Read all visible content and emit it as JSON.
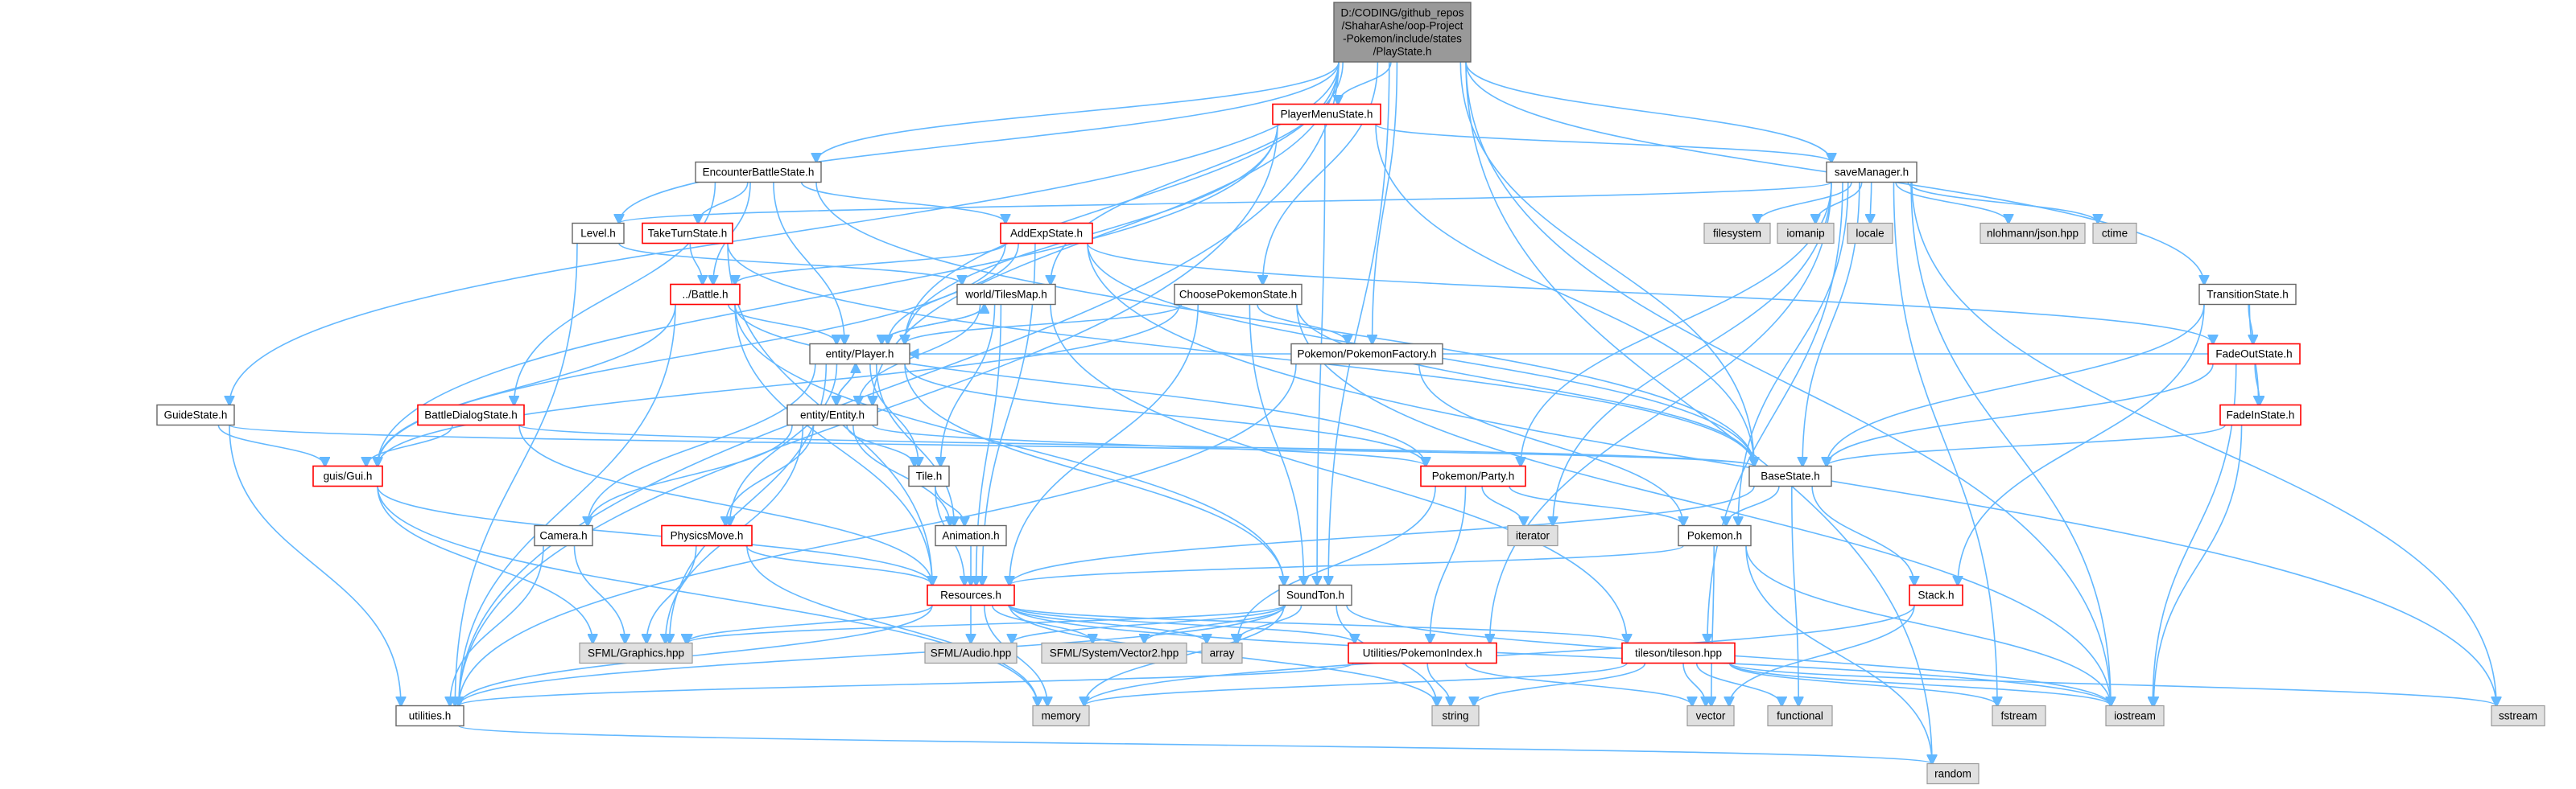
{
  "diagram": {
    "root": {
      "id": "root",
      "lines": [
        "D:/CODING/github_repos",
        "/ShaharAshe/oop-Project",
        "-Pokemon/include/states",
        "/PlayState.h"
      ]
    },
    "nodes": [
      {
        "id": "PlayerMenuState",
        "label": "PlayerMenuState.h",
        "style": "red"
      },
      {
        "id": "EncounterBattleState",
        "label": "EncounterBattleState.h",
        "style": "normal"
      },
      {
        "id": "saveManager",
        "label": "saveManager.h",
        "style": "normal"
      },
      {
        "id": "TakeTurnState",
        "label": "TakeTurnState.h",
        "style": "red"
      },
      {
        "id": "AddExpState",
        "label": "AddExpState.h",
        "style": "red"
      },
      {
        "id": "Level",
        "label": "Level.h",
        "style": "normal"
      },
      {
        "id": "filesystem",
        "label": "filesystem",
        "style": "grey"
      },
      {
        "id": "iomanip",
        "label": "iomanip",
        "style": "grey"
      },
      {
        "id": "locale",
        "label": "locale",
        "style": "grey"
      },
      {
        "id": "json",
        "label": "nlohmann/json.hpp",
        "style": "grey"
      },
      {
        "id": "ctime",
        "label": "ctime",
        "style": "grey"
      },
      {
        "id": "Battle",
        "label": "../Battle.h",
        "style": "red"
      },
      {
        "id": "TilesMap",
        "label": "world/TilesMap.h",
        "style": "normal"
      },
      {
        "id": "ChoosePokemonState",
        "label": "ChoosePokemonState.h",
        "style": "normal"
      },
      {
        "id": "TransitionState",
        "label": "TransitionState.h",
        "style": "normal"
      },
      {
        "id": "FadeOutState",
        "label": "FadeOutState.h",
        "style": "red"
      },
      {
        "id": "Player",
        "label": "entity/Player.h",
        "style": "normal"
      },
      {
        "id": "PokemonFactory",
        "label": "Pokemon/PokemonFactory.h",
        "style": "normal"
      },
      {
        "id": "FadeInState",
        "label": "FadeInState.h",
        "style": "red"
      },
      {
        "id": "GuideState",
        "label": "GuideState.h",
        "style": "normal"
      },
      {
        "id": "BattleDialogState",
        "label": "BattleDialogState.h",
        "style": "red"
      },
      {
        "id": "Entity",
        "label": "entity/Entity.h",
        "style": "normal"
      },
      {
        "id": "Gui",
        "label": "guis/Gui.h",
        "style": "red"
      },
      {
        "id": "Party",
        "label": "Pokemon/Party.h",
        "style": "red"
      },
      {
        "id": "BaseState",
        "label": "BaseState.h",
        "style": "normal"
      },
      {
        "id": "Tile",
        "label": "Tile.h",
        "style": "normal"
      },
      {
        "id": "iterator",
        "label": "iterator",
        "style": "grey"
      },
      {
        "id": "Camera",
        "label": "Camera.h",
        "style": "normal"
      },
      {
        "id": "PhysicsMove",
        "label": "PhysicsMove.h",
        "style": "red"
      },
      {
        "id": "Animation",
        "label": "Animation.h",
        "style": "normal"
      },
      {
        "id": "Pokemon",
        "label": "Pokemon.h",
        "style": "normal"
      },
      {
        "id": "Resources",
        "label": "Resources.h",
        "style": "red"
      },
      {
        "id": "SoundTon",
        "label": "SoundTon.h",
        "style": "normal"
      },
      {
        "id": "Stack",
        "label": "Stack.h",
        "style": "red"
      },
      {
        "id": "SFMLGraphics",
        "label": "SFML/Graphics.hpp",
        "style": "grey"
      },
      {
        "id": "SFMLAudio",
        "label": "SFML/Audio.hpp",
        "style": "grey"
      },
      {
        "id": "SFMLVector2",
        "label": "SFML/System/Vector2.hpp",
        "style": "grey"
      },
      {
        "id": "array",
        "label": "array",
        "style": "grey"
      },
      {
        "id": "PokemonIndex",
        "label": "Utilities/PokemonIndex.h",
        "style": "red"
      },
      {
        "id": "tileson",
        "label": "tileson/tileson.hpp",
        "style": "red"
      },
      {
        "id": "utilities",
        "label": "utilities.h",
        "style": "normal"
      },
      {
        "id": "memory",
        "label": "memory",
        "style": "grey"
      },
      {
        "id": "string",
        "label": "string",
        "style": "grey"
      },
      {
        "id": "vector",
        "label": "vector",
        "style": "grey"
      },
      {
        "id": "functional",
        "label": "functional",
        "style": "grey"
      },
      {
        "id": "fstream",
        "label": "fstream",
        "style": "grey"
      },
      {
        "id": "iostream",
        "label": "iostream",
        "style": "grey"
      },
      {
        "id": "sstream",
        "label": "sstream",
        "style": "grey"
      },
      {
        "id": "random",
        "label": "random",
        "style": "grey"
      }
    ],
    "edges": [
      [
        "root",
        "PlayerMenuState"
      ],
      [
        "root",
        "EncounterBattleState"
      ],
      [
        "root",
        "saveManager"
      ],
      [
        "root",
        "Level"
      ],
      [
        "root",
        "ChoosePokemonState"
      ],
      [
        "root",
        "TransitionState"
      ],
      [
        "root",
        "GuideState"
      ],
      [
        "root",
        "Player"
      ],
      [
        "root",
        "TilesMap"
      ],
      [
        "root",
        "Entity"
      ],
      [
        "root",
        "PokemonFactory"
      ],
      [
        "root",
        "BaseState"
      ],
      [
        "root",
        "SoundTon"
      ],
      [
        "root",
        "utilities"
      ],
      [
        "root",
        "iostream"
      ],
      [
        "root",
        "random"
      ],
      [
        "PlayerMenuState",
        "saveManager"
      ],
      [
        "PlayerMenuState",
        "Gui"
      ],
      [
        "PlayerMenuState",
        "Player"
      ],
      [
        "PlayerMenuState",
        "BaseState"
      ],
      [
        "PlayerMenuState",
        "SoundTon"
      ],
      [
        "PlayerMenuState",
        "utilities"
      ],
      [
        "EncounterBattleState",
        "TakeTurnState"
      ],
      [
        "EncounterBattleState",
        "AddExpState"
      ],
      [
        "EncounterBattleState",
        "BattleDialogState"
      ],
      [
        "EncounterBattleState",
        "Player"
      ],
      [
        "EncounterBattleState",
        "BaseState"
      ],
      [
        "EncounterBattleState",
        "Battle"
      ],
      [
        "saveManager",
        "Level"
      ],
      [
        "saveManager",
        "filesystem"
      ],
      [
        "saveManager",
        "iomanip"
      ],
      [
        "saveManager",
        "locale"
      ],
      [
        "saveManager",
        "json"
      ],
      [
        "saveManager",
        "ctime"
      ],
      [
        "saveManager",
        "Party"
      ],
      [
        "saveManager",
        "BaseState"
      ],
      [
        "saveManager",
        "iterator"
      ],
      [
        "saveManager",
        "PokemonIndex"
      ],
      [
        "saveManager",
        "tileson"
      ],
      [
        "saveManager",
        "fstream"
      ],
      [
        "saveManager",
        "iostream"
      ],
      [
        "saveManager",
        "sstream"
      ],
      [
        "saveManager",
        "Pokemon"
      ],
      [
        "TakeTurnState",
        "Battle"
      ],
      [
        "TakeTurnState",
        "Resources"
      ],
      [
        "TakeTurnState",
        "BaseState"
      ],
      [
        "AddExpState",
        "Battle"
      ],
      [
        "AddExpState",
        "Resources"
      ],
      [
        "AddExpState",
        "BaseState"
      ],
      [
        "AddExpState",
        "Gui"
      ],
      [
        "AddExpState",
        "FadeOutState"
      ],
      [
        "AddExpState",
        "sstream"
      ],
      [
        "AddExpState",
        "Player"
      ],
      [
        "Level",
        "TilesMap"
      ],
      [
        "Level",
        "utilities"
      ],
      [
        "Battle",
        "Player"
      ],
      [
        "Battle",
        "Party"
      ],
      [
        "Battle",
        "Resources"
      ],
      [
        "Battle",
        "Gui"
      ],
      [
        "Battle",
        "SoundTon"
      ],
      [
        "Battle",
        "utilities"
      ],
      [
        "TilesMap",
        "Player"
      ],
      [
        "TilesMap",
        "Tile"
      ],
      [
        "TilesMap",
        "Resources"
      ],
      [
        "TilesMap",
        "tileson"
      ],
      [
        "TilesMap",
        "Entity"
      ],
      [
        "ChoosePokemonState",
        "Player"
      ],
      [
        "ChoosePokemonState",
        "PokemonFactory"
      ],
      [
        "ChoosePokemonState",
        "BaseState"
      ],
      [
        "ChoosePokemonState",
        "Resources"
      ],
      [
        "ChoosePokemonState",
        "SoundTon"
      ],
      [
        "ChoosePokemonState",
        "Gui"
      ],
      [
        "ChoosePokemonState",
        "iostream"
      ],
      [
        "TransitionState",
        "FadeOutState"
      ],
      [
        "TransitionState",
        "FadeInState"
      ],
      [
        "TransitionState",
        "BaseState"
      ],
      [
        "TransitionState",
        "Stack"
      ],
      [
        "FadeOutState",
        "FadeInState"
      ],
      [
        "FadeOutState",
        "BaseState"
      ],
      [
        "FadeOutState",
        "iostream"
      ],
      [
        "FadeOutState",
        "Player"
      ],
      [
        "FadeInState",
        "BaseState"
      ],
      [
        "FadeInState",
        "iostream"
      ],
      [
        "Player",
        "Entity"
      ],
      [
        "Player",
        "Party"
      ],
      [
        "Player",
        "Camera"
      ],
      [
        "Player",
        "PhysicsMove"
      ],
      [
        "Player",
        "Animation"
      ],
      [
        "Player",
        "TilesMap"
      ],
      [
        "Player",
        "SFMLGraphics"
      ],
      [
        "Player",
        "SoundTon"
      ],
      [
        "Player",
        "Tile"
      ],
      [
        "PokemonFactory",
        "Pokemon"
      ],
      [
        "PokemonFactory",
        "utilities"
      ],
      [
        "GuideState",
        "Gui"
      ],
      [
        "GuideState",
        "BaseState"
      ],
      [
        "GuideState",
        "utilities"
      ],
      [
        "BattleDialogState",
        "Gui"
      ],
      [
        "BattleDialogState",
        "BaseState"
      ],
      [
        "BattleDialogState",
        "Resources"
      ],
      [
        "Entity",
        "Tile"
      ],
      [
        "Entity",
        "Animation"
      ],
      [
        "Entity",
        "Player"
      ],
      [
        "Entity",
        "SFMLGraphics"
      ],
      [
        "Entity",
        "Party"
      ],
      [
        "Entity",
        "Camera"
      ],
      [
        "Entity",
        "PhysicsMove"
      ],
      [
        "Gui",
        "Resources"
      ],
      [
        "Gui",
        "SFMLGraphics"
      ],
      [
        "Gui",
        "memory"
      ],
      [
        "Party",
        "Pokemon"
      ],
      [
        "Party",
        "iterator"
      ],
      [
        "Party",
        "PokemonIndex"
      ],
      [
        "Party",
        "array"
      ],
      [
        "BaseState",
        "Stack"
      ],
      [
        "BaseState",
        "Pokemon"
      ],
      [
        "BaseState",
        "Resources"
      ],
      [
        "BaseState",
        "functional"
      ],
      [
        "Tile",
        "Animation"
      ],
      [
        "Tile",
        "Resources"
      ],
      [
        "Camera",
        "SFMLGraphics"
      ],
      [
        "Camera",
        "utilities"
      ],
      [
        "PhysicsMove",
        "SFMLGraphics"
      ],
      [
        "PhysicsMove",
        "memory"
      ],
      [
        "PhysicsMove",
        "Resources"
      ],
      [
        "Animation",
        "Resources"
      ],
      [
        "Pokemon",
        "Resources"
      ],
      [
        "Pokemon",
        "vector"
      ],
      [
        "Pokemon",
        "iostream"
      ],
      [
        "Pokemon",
        "random"
      ],
      [
        "Resources",
        "SFMLGraphics"
      ],
      [
        "Resources",
        "SFMLAudio"
      ],
      [
        "Resources",
        "SFMLVector2"
      ],
      [
        "Resources",
        "array"
      ],
      [
        "Resources",
        "PokemonIndex"
      ],
      [
        "Resources",
        "tileson"
      ],
      [
        "Resources",
        "utilities"
      ],
      [
        "Resources",
        "memory"
      ],
      [
        "Resources",
        "string"
      ],
      [
        "Resources",
        "iostream"
      ],
      [
        "SoundTon",
        "SFMLAudio"
      ],
      [
        "SoundTon",
        "SFMLGraphics"
      ],
      [
        "SoundTon",
        "array"
      ],
      [
        "SoundTon",
        "utilities"
      ],
      [
        "SoundTon",
        "memory"
      ],
      [
        "SoundTon",
        "string"
      ],
      [
        "SoundTon",
        "iostream"
      ],
      [
        "SoundTon",
        "SFMLVector2"
      ],
      [
        "Stack",
        "vector"
      ],
      [
        "Stack",
        "memory"
      ],
      [
        "PokemonIndex",
        "utilities"
      ],
      [
        "PokemonIndex",
        "string"
      ],
      [
        "PokemonIndex",
        "vector"
      ],
      [
        "tileson",
        "memory"
      ],
      [
        "tileson",
        "string"
      ],
      [
        "tileson",
        "vector"
      ],
      [
        "tileson",
        "functional"
      ],
      [
        "tileson",
        "fstream"
      ],
      [
        "tileson",
        "iostream"
      ],
      [
        "tileson",
        "sstream"
      ],
      [
        "utilities",
        "random"
      ]
    ]
  }
}
